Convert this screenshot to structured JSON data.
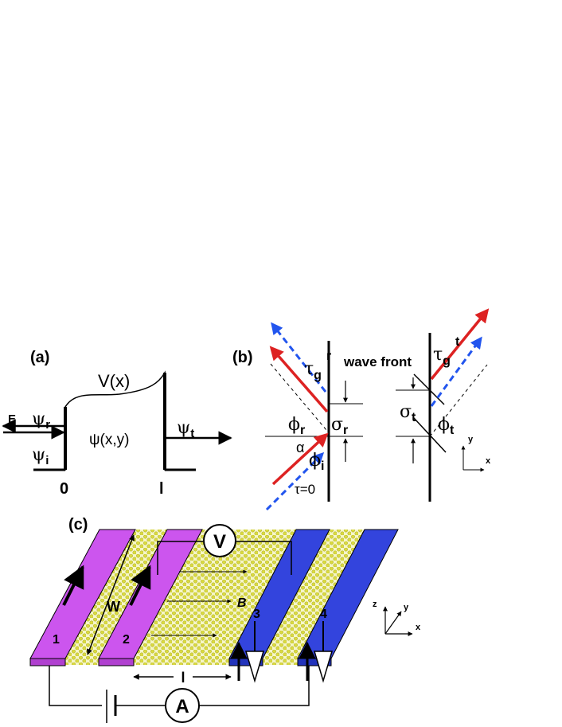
{
  "panel_a": {
    "label": "(a)",
    "potential": "V(x)",
    "field": "E",
    "psi_r": "ψ",
    "psi_r_sub": "r",
    "psi_i": "ψ",
    "psi_i_sub": "i",
    "psi_xy": "ψ(x,y)",
    "psi_t": "ψ",
    "psi_t_sub": "t",
    "x0": "0",
    "xl": "l"
  },
  "panel_b": {
    "label": "(b)",
    "tau_r": "τ",
    "tau_r_sub": "g",
    "tau_r_sup": "r",
    "wave_front": "wave front",
    "tau_t": "τ",
    "tau_t_sub": "g",
    "tau_t_sup": "t",
    "phi_r": "ϕ",
    "phi_r_sub": "r",
    "sigma_r": "σ",
    "sigma_r_sub": "r",
    "sigma_t": "σ",
    "sigma_t_sub": "t",
    "phi_t": "ϕ",
    "phi_t_sub": "t",
    "alpha": "α",
    "phi_i": "ϕ",
    "phi_i_sub": "i",
    "tau_zero": "τ=0",
    "axis_y": "y",
    "axis_x": "x"
  },
  "panel_c": {
    "label": "(c)",
    "voltmeter": "V",
    "ammeter": "A",
    "width": "W",
    "field_b": "B",
    "length": "l",
    "contacts": [
      "1",
      "2",
      "3",
      "4"
    ],
    "axis_z": "z",
    "axis_y": "y",
    "axis_x": "x"
  },
  "colors": {
    "red": "#dd2222",
    "blue": "#2255ee",
    "magenta": "#cc55ee",
    "contact_blue": "#3344dd",
    "graphene": "#dddd44"
  }
}
